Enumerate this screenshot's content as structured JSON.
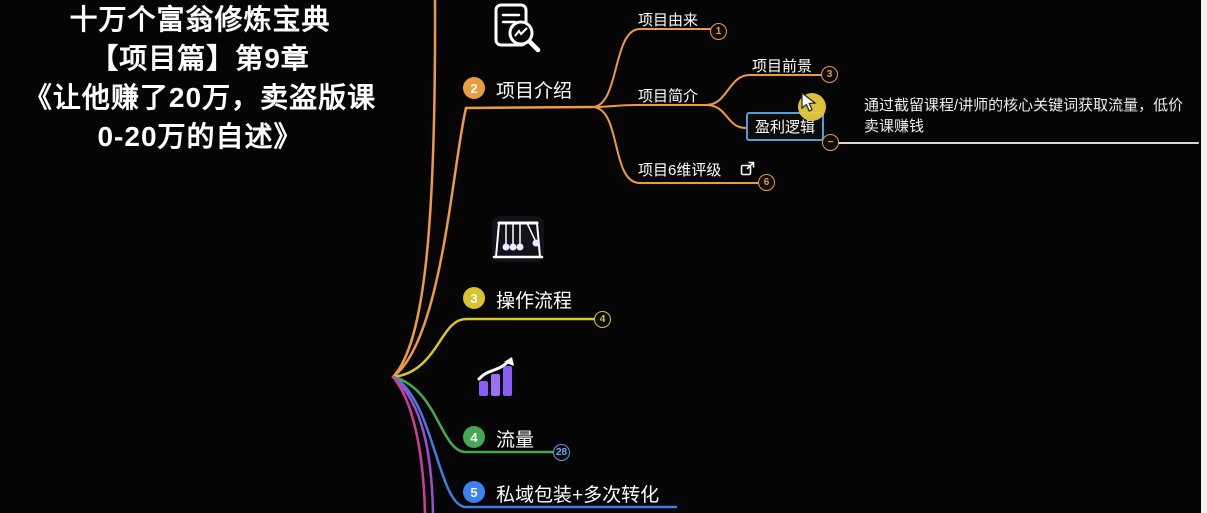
{
  "canvas": {
    "background": "#050505"
  },
  "root_topic": {
    "lines": [
      "十万个富翁修炼宝典",
      "【项目篇】第9章",
      "《让他赚了20万，卖盗版课",
      "0-20万的自述》"
    ]
  },
  "branches": {
    "intro": {
      "number": "2",
      "label": "项目介绍",
      "color": "#ee9a3f",
      "icon": "document-search-icon",
      "children": {
        "origin": {
          "label": "项目由来",
          "priority": "1"
        },
        "brief": {
          "label": "项目简介",
          "children": {
            "prospect": {
              "label": "项目前景",
              "priority": "3"
            },
            "profit": {
              "label": "盈利逻辑",
              "selected": true,
              "collapse_symbol": "−",
              "child_note": "通过截留课程/讲师的核心关键词获取流量，低价卖课赚钱"
            }
          }
        },
        "rating": {
          "label": "项目6维评级",
          "priority": "6",
          "icon": "external-link-icon"
        }
      }
    },
    "process": {
      "number": "3",
      "label": "操作流程",
      "priority": "4",
      "color": "#d9c430",
      "icon": "newton-cradle-icon"
    },
    "traffic": {
      "number": "4",
      "label": "流量",
      "count": "28",
      "color": "#43aa4e",
      "icon": "bar-chart-icon"
    },
    "private_domain": {
      "number": "5",
      "label": "私域包装+多次转化",
      "color": "#3f7de0"
    }
  },
  "colors": {
    "branch_offscreen_top": "#ee9a3f",
    "branch_offscreen_bottom_purple": "#9c4fd4",
    "branch_offscreen_bottom_magenta": "#cf3e96",
    "selection_border": "#5b9bd5",
    "note_line": "#d9d9d9",
    "cursor_highlight": "#e8ca3a"
  }
}
